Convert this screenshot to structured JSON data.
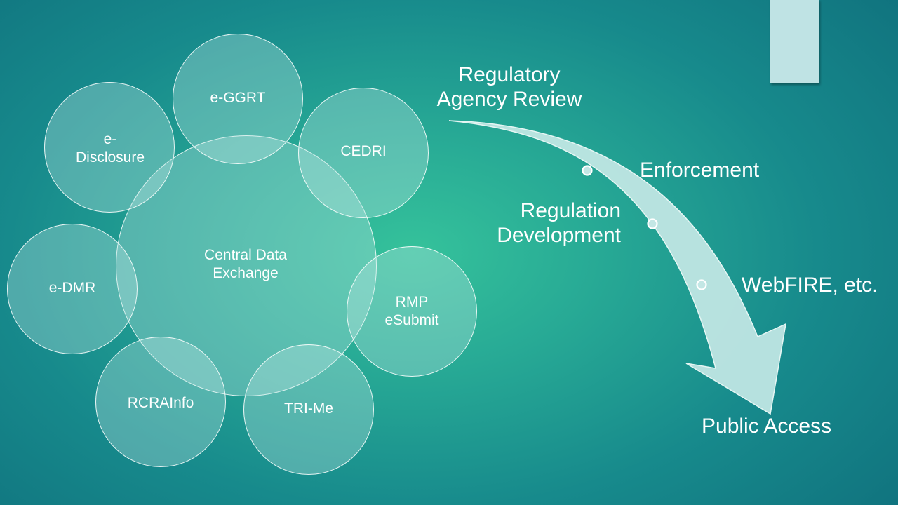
{
  "central": {
    "label": "Central Data\nExchange"
  },
  "nodes": [
    {
      "id": "e-ggrt",
      "label": "e-GGRT"
    },
    {
      "id": "cedri",
      "label": "CEDRI"
    },
    {
      "id": "rmp-esubmit",
      "label": "RMP\neSubmit"
    },
    {
      "id": "tri-me",
      "label": "TRI-Me"
    },
    {
      "id": "rcrainfo",
      "label": "RCRAInfo"
    },
    {
      "id": "e-dmr",
      "label": "e-DMR"
    },
    {
      "id": "e-disclosure",
      "label": "e-\nDisclosure"
    }
  ],
  "flow": {
    "start_label": "Regulatory\nAgency Review",
    "steps": [
      "Enforcement",
      "Regulation\nDevelopment",
      "WebFIRE, etc."
    ],
    "end_label": "Public Access"
  },
  "colors": {
    "background_center": "#35c29b",
    "background_edge": "#0f6f7c",
    "circle_fill": "rgba(190,232,228,0.34)",
    "arrow_fill": "#c3e7e5",
    "corner_tab": "#bfe3e4",
    "text": "#ffffff"
  }
}
